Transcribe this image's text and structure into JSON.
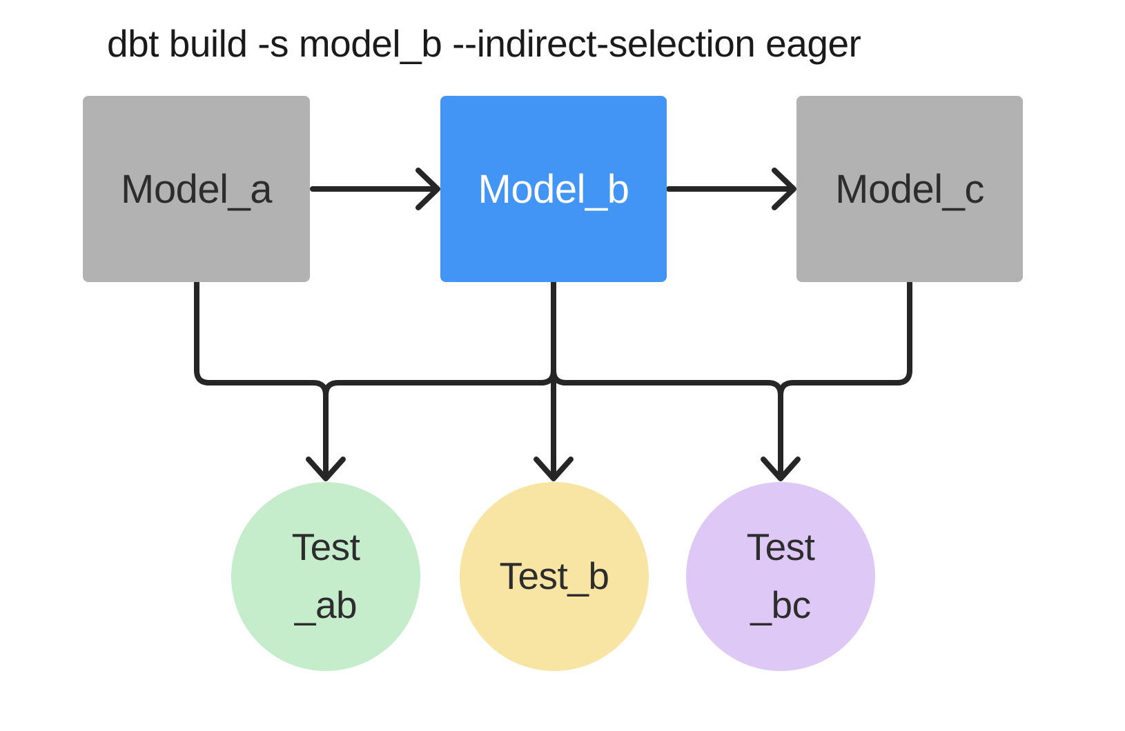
{
  "title": "dbt build -s model_b --indirect-selection eager",
  "diagram": {
    "line_color": "#262626",
    "nodes": {
      "model_a": {
        "label": "Model_a",
        "shape": "rect",
        "fill": "#b2b2b2",
        "text_color": "#2d2d2d"
      },
      "model_b": {
        "label": "Model_b",
        "shape": "rect",
        "fill": "#4295f4",
        "text_color": "#ffffff"
      },
      "model_c": {
        "label": "Model_c",
        "shape": "rect",
        "fill": "#b2b2b2",
        "text_color": "#2d2d2d"
      },
      "test_ab": {
        "label": "Test _ab",
        "label_lines": [
          "Test",
          "_ab"
        ],
        "shape": "circle",
        "fill": "#c5edcb",
        "text_color": "#2d2d2d"
      },
      "test_b": {
        "label": "Test_b",
        "label_lines": [
          "Test_b"
        ],
        "shape": "circle",
        "fill": "#f8e5a4",
        "text_color": "#2d2d2d"
      },
      "test_bc": {
        "label": "Test _bc",
        "label_lines": [
          "Test",
          "_bc"
        ],
        "shape": "circle",
        "fill": "#dec9f6",
        "text_color": "#2d2d2d"
      }
    },
    "edges": [
      {
        "from": "Model_a",
        "to": "Model_b"
      },
      {
        "from": "Model_b",
        "to": "Model_c"
      },
      {
        "from": "Model_a",
        "to": "Test_ab"
      },
      {
        "from": "Model_b",
        "to": "Test_ab"
      },
      {
        "from": "Model_b",
        "to": "Test_b"
      },
      {
        "from": "Model_b",
        "to": "Test_bc"
      },
      {
        "from": "Model_c",
        "to": "Test_bc"
      }
    ]
  }
}
